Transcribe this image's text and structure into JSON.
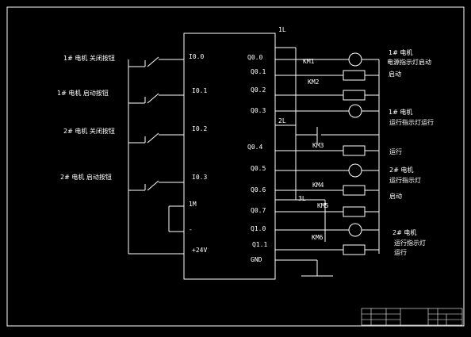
{
  "diagram": {
    "labels": {
      "bus_1l": "1L",
      "bus_2l": "2L",
      "bus_3l": "3L"
    },
    "inputs": [
      {
        "terminal": "I0.0",
        "label": "1# 电机 关闭按钮"
      },
      {
        "terminal": "I0.1",
        "label": "1# 电机 启动按钮"
      },
      {
        "terminal": "I0.2",
        "label": "2# 电机 关闭按钮"
      },
      {
        "terminal": "I0.3",
        "label": "2# 电机 启动按钮"
      }
    ],
    "power": {
      "com": "1M",
      "minus": "-",
      "plus": "+24V"
    },
    "outputs": [
      {
        "terminal": "Q0.0"
      },
      {
        "terminal": "Q0.1"
      },
      {
        "terminal": "Q0.2"
      },
      {
        "terminal": "Q0.3"
      },
      {
        "terminal": "Q0.4"
      },
      {
        "terminal": "Q0.5"
      },
      {
        "terminal": "Q0.6"
      },
      {
        "terminal": "Q0.7"
      },
      {
        "terminal": "Q1.0"
      },
      {
        "terminal": "Q1.1"
      },
      {
        "terminal": "GND"
      }
    ],
    "relays": [
      "KM1",
      "KM2",
      "KM3",
      "KM4",
      "KM5",
      "KM6"
    ],
    "notes": [
      {
        "line1": "1# 电机",
        "line2": "电源指示灯启动"
      },
      {
        "line1": "启动",
        "line2": ""
      },
      {
        "line1": "1# 电机",
        "line2": "运行指示灯运行"
      },
      {
        "line1": "运行",
        "line2": ""
      },
      {
        "line1": "2# 电机",
        "line2": "运行指示灯"
      },
      {
        "line1": "启动",
        "line2": ""
      },
      {
        "line1": "2# 电机",
        "line2": "运行指示灯"
      },
      {
        "line1": "运行",
        "line2": ""
      }
    ]
  }
}
